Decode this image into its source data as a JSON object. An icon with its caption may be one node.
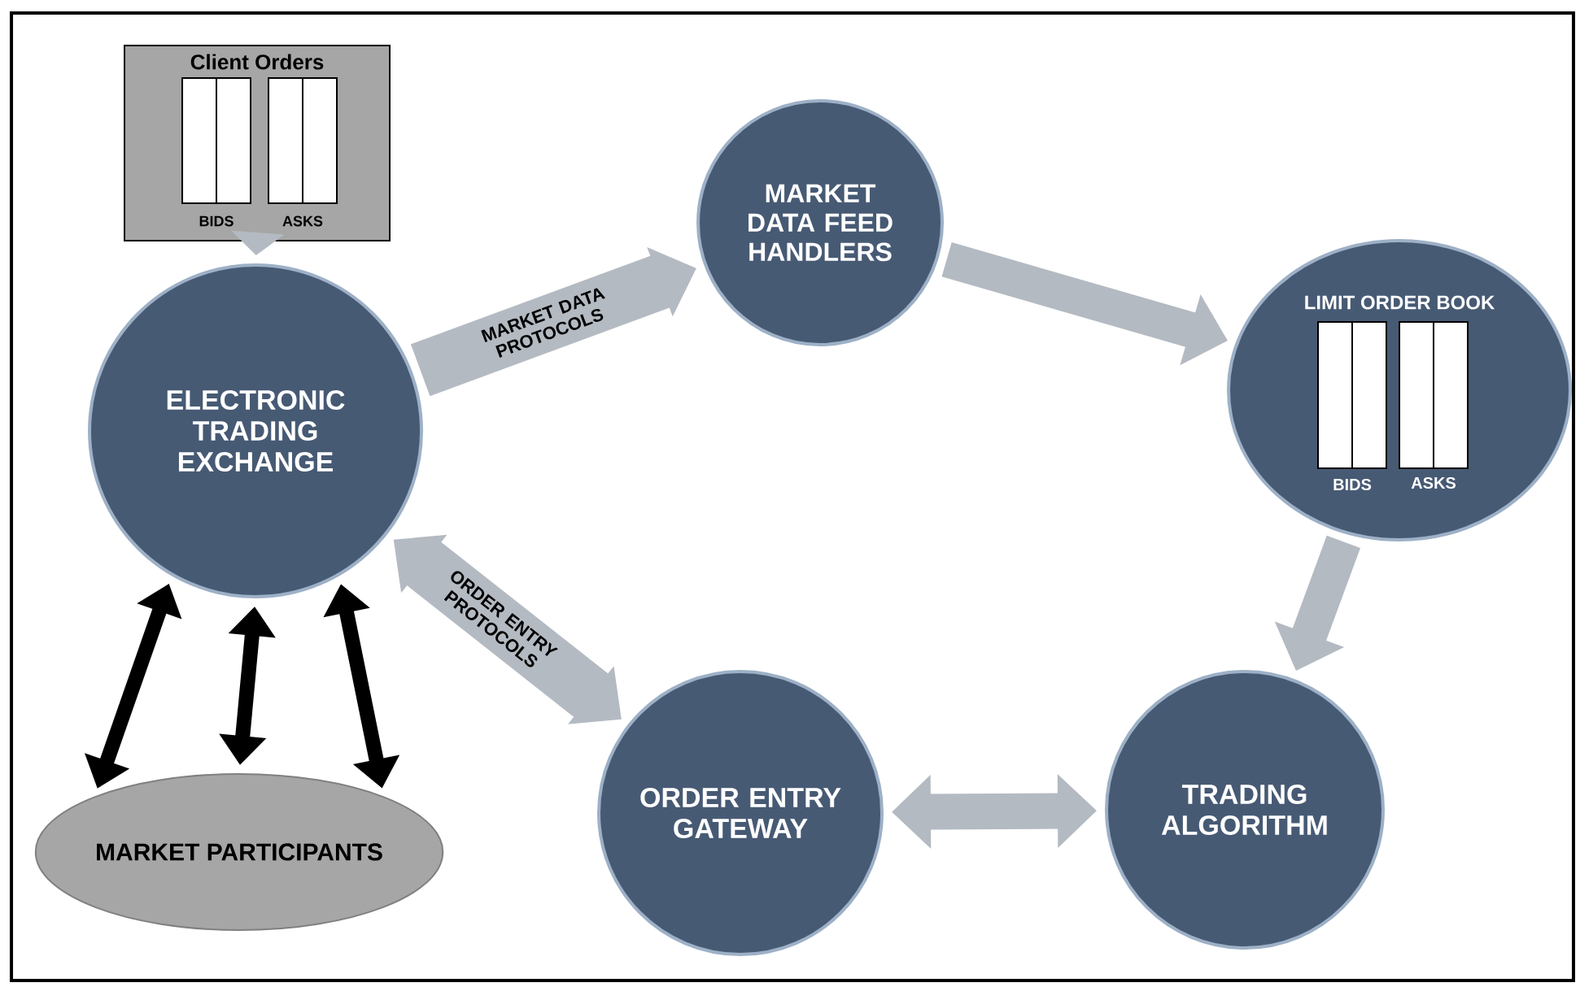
{
  "diagram": {
    "nodes": [
      {
        "text": [
          "Client Orders",
          "BIDS",
          "ASKS"
        ]
      },
      {
        "text": [
          "ELECTRONIC TRADING EXCHANGE"
        ]
      },
      {
        "text": [
          "MARKET DATA FEED HANDLERS"
        ]
      },
      {
        "text": [
          "LIMIT ORDER BOOK",
          "BIDS",
          "ASKS"
        ]
      },
      {
        "text": [
          "TRADING ALGORITHM"
        ]
      },
      {
        "text": [
          "ORDER ENTRY GATEWAY"
        ]
      },
      {
        "text": [
          "MARKET PARTICIPANTS"
        ]
      }
    ],
    "edges": [
      {
        "from": 0,
        "to": 1,
        "arrow": "to"
      },
      {
        "from": 1,
        "to": 2,
        "arrow": "to",
        "label": "MARKET DATA PROTOCOLS"
      },
      {
        "from": 2,
        "to": 3,
        "arrow": "to"
      },
      {
        "from": 3,
        "to": 4,
        "arrow": "to"
      },
      {
        "from": 5,
        "to": 4,
        "arrow": "both"
      },
      {
        "from": 1,
        "to": 5,
        "arrow": "both",
        "label": "ORDER ENTRY PROTOCOLS"
      },
      {
        "from": 1,
        "to": 6,
        "arrow": "both",
        "color": "#000000"
      },
      {
        "from": 1,
        "to": 6,
        "arrow": "both",
        "color": "#000000"
      },
      {
        "from": 1,
        "to": 6,
        "arrow": "both",
        "color": "#000000"
      }
    ]
  }
}
